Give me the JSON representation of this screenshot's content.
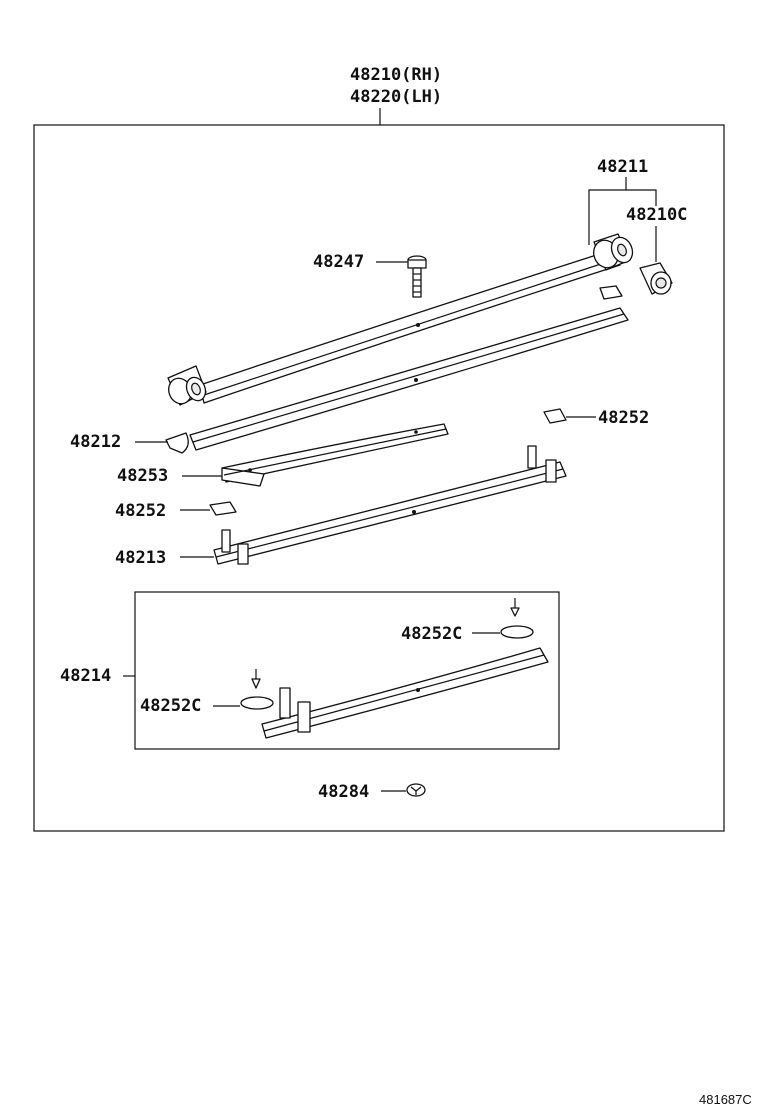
{
  "header": {
    "part_rh": "48210(RH)",
    "part_lh": "48220(LH)"
  },
  "labels": {
    "p48211": "48211",
    "p48210c": "48210C",
    "p48247": "48247",
    "p48252_right": "48252",
    "p48212": "48212",
    "p48253": "48253",
    "p48252_left": "48252",
    "p48213": "48213",
    "p48214": "48214",
    "p48252c_upper": "48252C",
    "p48252c_lower": "48252C",
    "p48284": "48284"
  },
  "footer": {
    "reference_code": "481687C"
  }
}
